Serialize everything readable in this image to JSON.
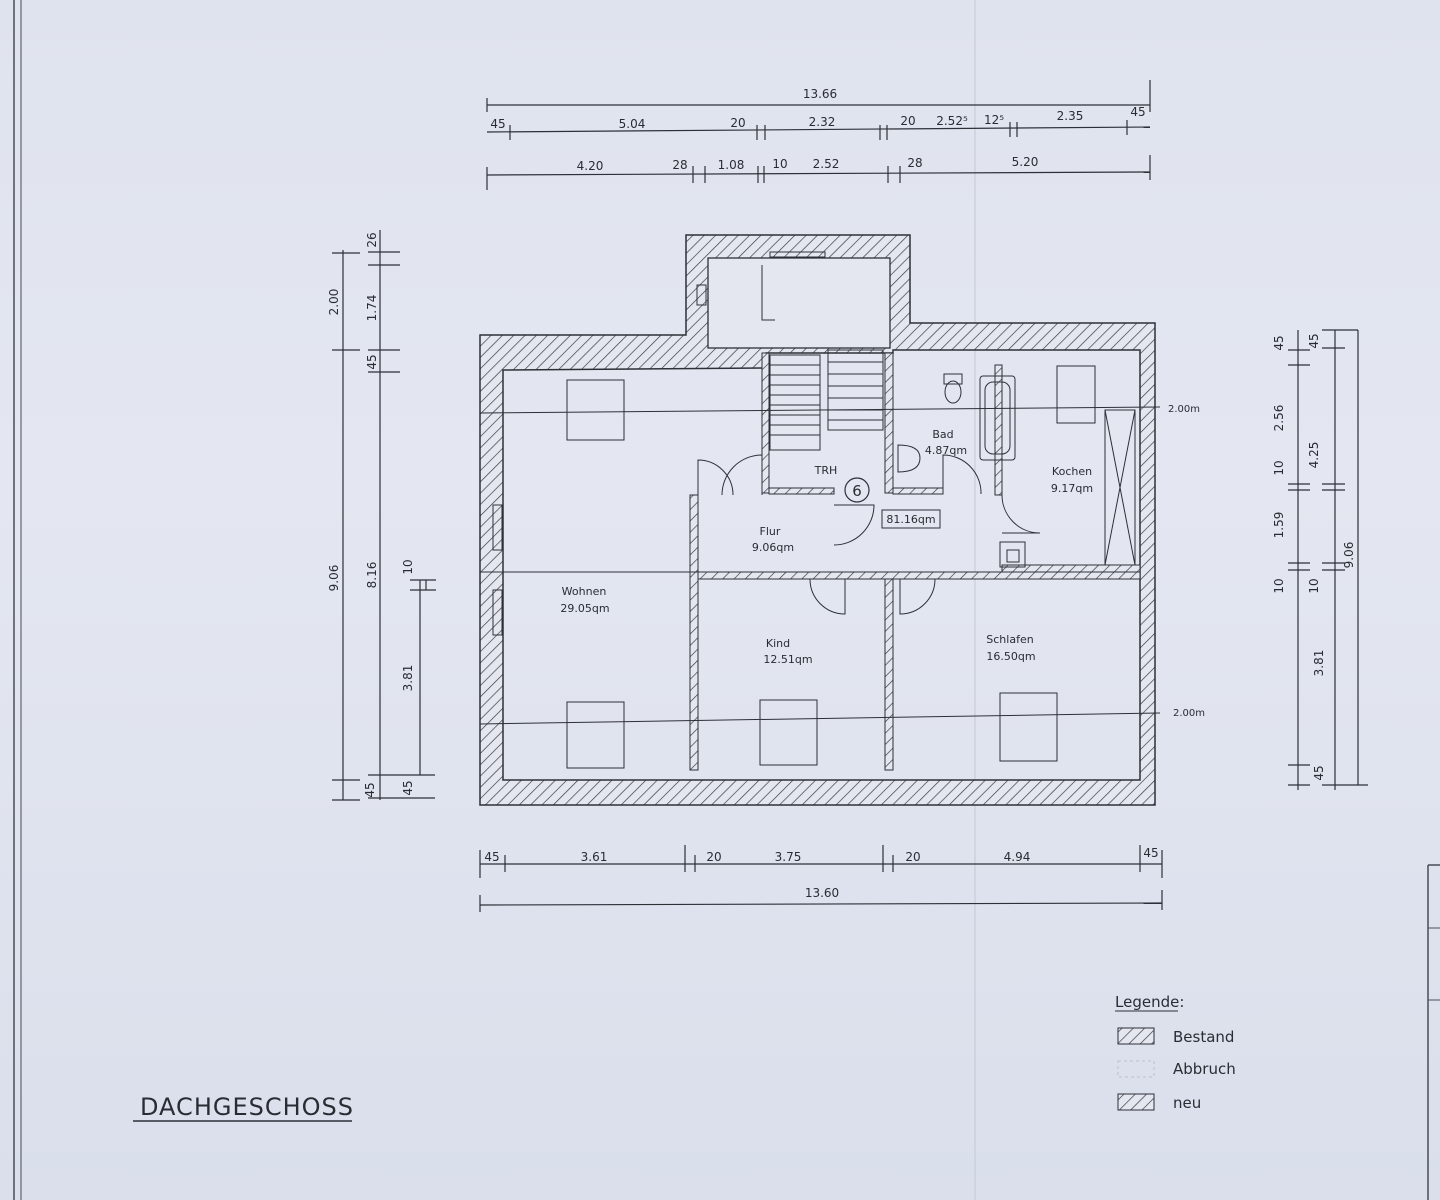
{
  "title": "DACHGESCHOSS",
  "dimensions": {
    "top_total": "13.66",
    "top_row1": [
      "45",
      "5.04",
      "20",
      "2.32",
      "20",
      "2.52⁵",
      "12⁵",
      "2.35",
      "45"
    ],
    "top_row2": [
      "4.20",
      "28",
      "1.08",
      "10",
      "2.52",
      "28",
      "5.20"
    ],
    "bottom_row": [
      "45",
      "3.61",
      "20",
      "3.75",
      "20",
      "4.94",
      "45"
    ],
    "bottom_total": "13.60",
    "left_outer": [
      "2.00",
      "9.06",
      "45"
    ],
    "left_inner": [
      "26",
      "1.74",
      "45",
      "8.16",
      "10",
      "3.81",
      "45"
    ],
    "right_inner": [
      "45",
      "2.56",
      "10",
      "1.59",
      "10",
      "3.81",
      "45"
    ],
    "right_outer": [
      "45",
      "4.25",
      "10",
      "9.06"
    ],
    "height_marks": [
      "2.00m",
      "2.00m"
    ]
  },
  "rooms": {
    "wohnen": {
      "name": "Wohnen",
      "area": "29.05qm"
    },
    "kind": {
      "name": "Kind",
      "area": "12.51qm"
    },
    "schlafen": {
      "name": "Schlafen",
      "area": "16.50qm"
    },
    "flur": {
      "name": "Flur",
      "area": "9.06qm"
    },
    "bad": {
      "name": "Bad",
      "area": "4.87qm"
    },
    "kochen": {
      "name": "Kochen",
      "area": "9.17qm"
    },
    "trh": {
      "name": "TRH"
    },
    "unit_number": "6",
    "total_area": "81.16qm"
  },
  "legend": {
    "title": "Legende:",
    "items": [
      "Bestand",
      "Abbruch",
      "neu"
    ]
  }
}
